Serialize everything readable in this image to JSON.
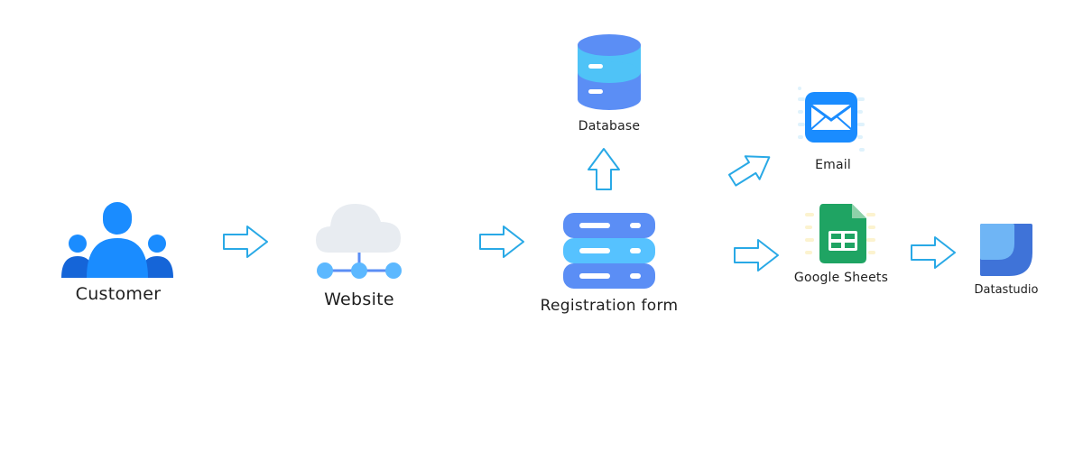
{
  "nodes": {
    "customer": {
      "label": "Customer"
    },
    "website": {
      "label": "Website"
    },
    "registration": {
      "label": "Registration form"
    },
    "database": {
      "label": "Database"
    },
    "email": {
      "label": "Email"
    },
    "sheets": {
      "label": "Google Sheets"
    },
    "datastudio": {
      "label": "Datastudio"
    }
  },
  "colors": {
    "arrow_stroke": "#29a9e6",
    "user_blue": "#1a8cff",
    "user_dark": "#1565d8",
    "cloud_gray": "#e8ecf1",
    "node_blue": "#5cb8ff",
    "server_blue": "#5b8ef5",
    "server_light": "#56c2ff",
    "db_top": "#4fc3f7",
    "db_mid": "#5b8ef5",
    "email_blue": "#1a8cff",
    "sheets_green": "#1fa463",
    "datastudio_blue": "#3f73d8"
  },
  "icons": [
    "users-icon",
    "cloud-network-icon",
    "server-stack-icon",
    "database-icon",
    "email-icon",
    "google-sheets-icon",
    "datastudio-icon",
    "arrow-right-icon",
    "arrow-up-icon",
    "arrow-diagonal-icon"
  ]
}
